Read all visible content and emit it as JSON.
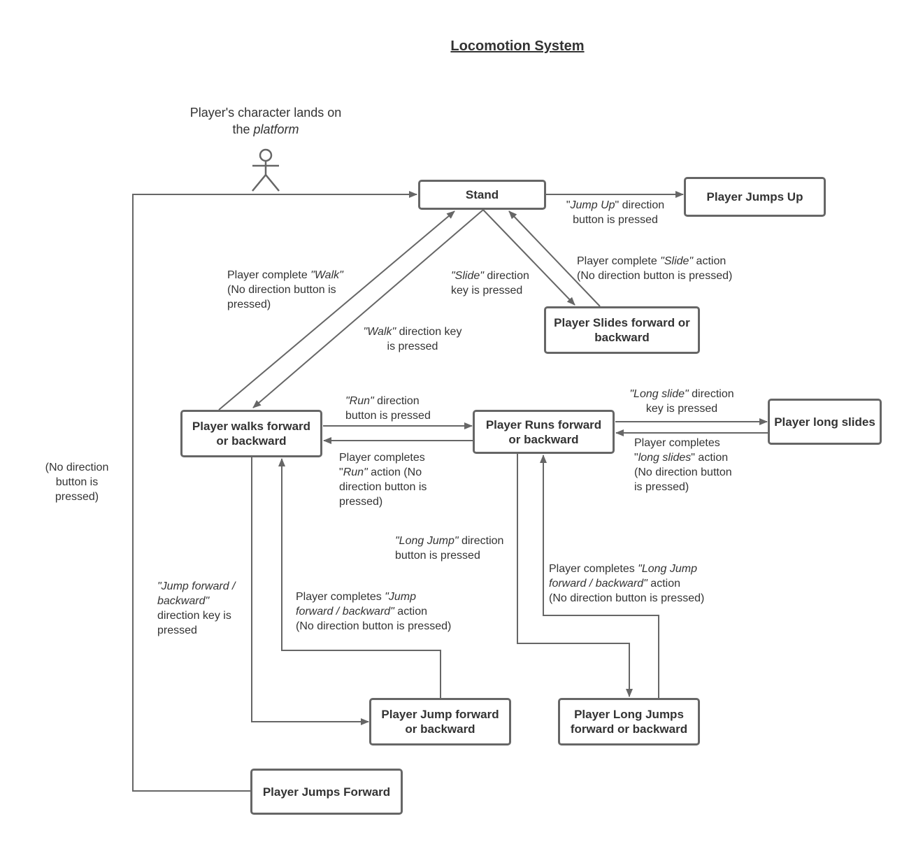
{
  "title": "Locomotion System",
  "actor": {
    "line1": "Player's character lands on",
    "line2_pre": "the ",
    "line2_em": "platform"
  },
  "nodes": {
    "stand": "Stand",
    "jumps_up": "Player Jumps Up",
    "slides": "Player Slides forward or backward",
    "walks": "Player walks forward or backward",
    "runs": "Player Runs forward or backward",
    "long_slides": "Player long slides",
    "jump_fb": "Player Jump forward or backward",
    "long_jumps": "Player Long Jumps forward or backward",
    "jumps_forward": "Player Jumps Forward"
  },
  "labels": {
    "jump_up": {
      "q1": "\"",
      "em": "Jump Up",
      "rest1": "\" direction",
      "line2": "button is pressed"
    },
    "walk_complete": {
      "pre": "Player complete ",
      "em": "\"Walk\"",
      "line2": "(No direction button is",
      "line3": "pressed)"
    },
    "walk_key": {
      "em": "\"Walk\"",
      "rest": " direction key",
      "line2": "is pressed"
    },
    "slide_key": {
      "em": "\"Slide\"",
      "rest": " direction",
      "line2": "key is pressed"
    },
    "slide_complete": {
      "pre": "Player complete ",
      "em": "\"Slide\"",
      "rest": " action",
      "line2": "(No direction button is pressed)"
    },
    "run_key": {
      "em": "\"Run\"",
      "rest": " direction",
      "line2": "button is pressed"
    },
    "run_complete": {
      "line1": "Player completes",
      "q1": "\"",
      "em": "Run\"",
      "rest": " action  (No",
      "line3": "direction button is",
      "line4": "pressed)"
    },
    "long_slide_key": {
      "em": "\"Long slide\"",
      "rest": " direction",
      "line2": "key is pressed"
    },
    "long_slide_complete": {
      "line1": "Player completes",
      "q1": "\"",
      "em": "long slides",
      "rest": "\" action",
      "line3": "(No direction button",
      "line4": "is pressed)"
    },
    "long_jump_key": {
      "em": "\"Long Jump\"",
      "rest": " direction",
      "line2": "button is pressed"
    },
    "long_jump_complete": {
      "pre": "Player completes ",
      "em1": "\"Long Jump",
      "em2": "forward / backward\"",
      "rest": " action",
      "line3": "(No direction button is pressed)"
    },
    "jump_fb_key": {
      "em1": "\"Jump forward /",
      "em2": "backward\"",
      "line3": "direction key is",
      "line4": "pressed"
    },
    "jump_fb_complete": {
      "pre": "Player completes ",
      "em1": "\"Jump",
      "em2": "forward / backward\"",
      "rest": " action",
      "line3": "(No direction button is pressed)"
    },
    "no_direction": {
      "line1": "(No direction",
      "line2": "button is",
      "line3": "pressed)"
    }
  },
  "colors": {
    "stroke": "#666666",
    "text": "#333333",
    "background": "#ffffff"
  }
}
